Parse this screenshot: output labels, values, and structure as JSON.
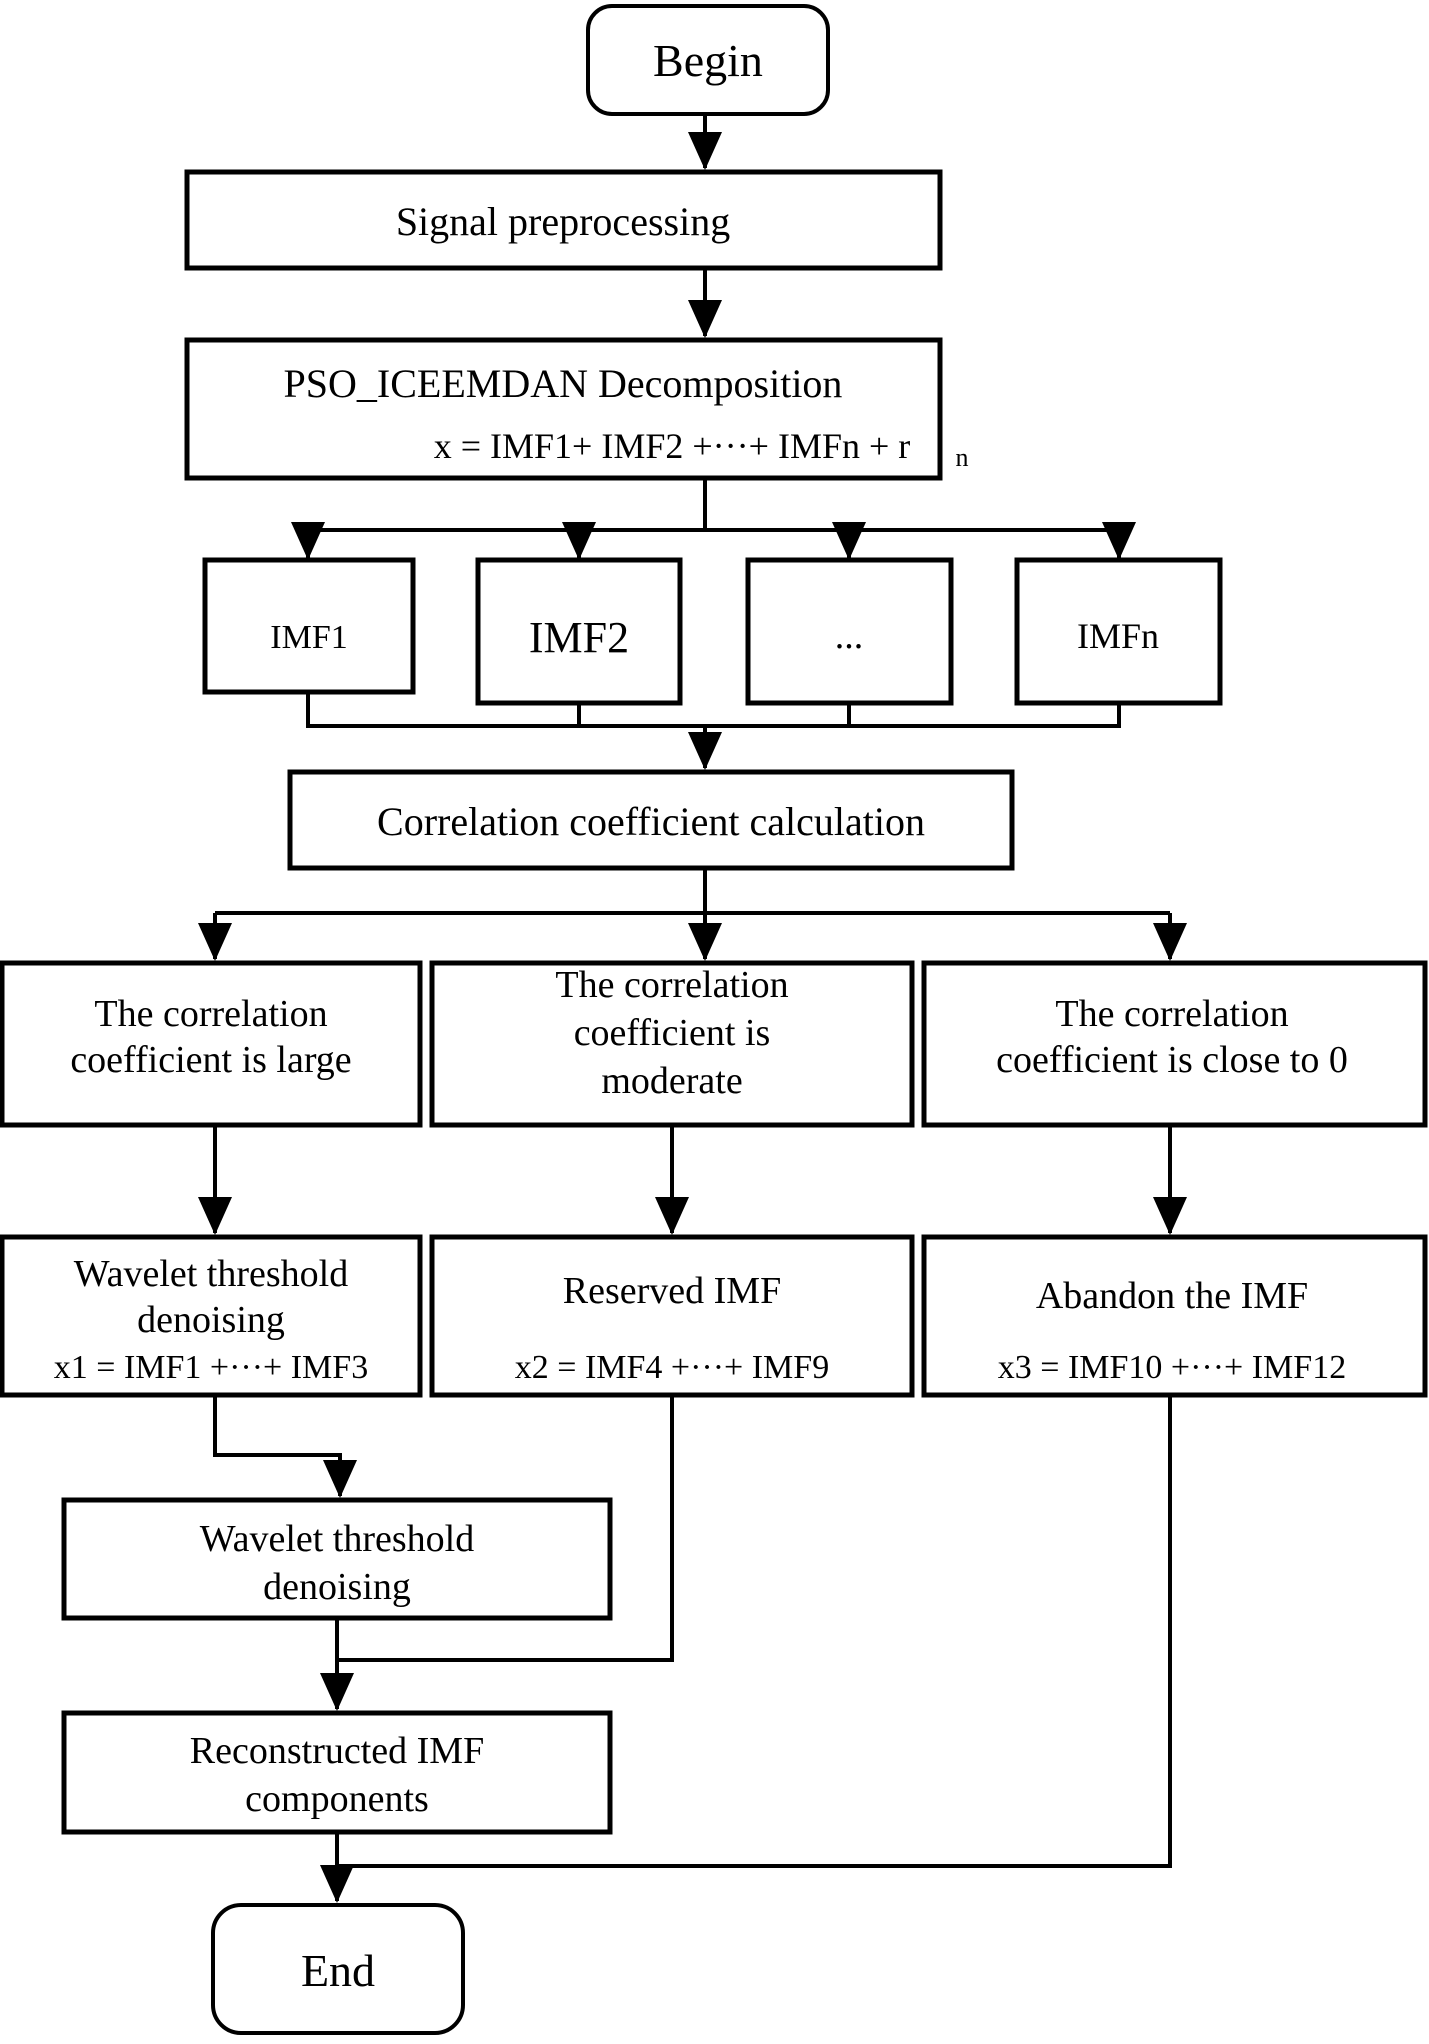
{
  "diagram": {
    "background": "#ffffff",
    "line_color": "#000000",
    "nodes": {
      "begin": {
        "label": "Begin"
      },
      "signal": {
        "label": "Signal preprocessing"
      },
      "pso": {
        "title": "PSO_ICEEMDAN Decomposition",
        "formula": "x = IMF1+ IMF2 +···+ IMFn + r",
        "formula_subscript": "n"
      },
      "imf1": {
        "label": "IMF1"
      },
      "imf2": {
        "label": "IMF2"
      },
      "imf_ellipsis": {
        "label": "..."
      },
      "imfn": {
        "label": "IMFn"
      },
      "correlation_calc": {
        "label": "Correlation coefficient calculation"
      },
      "corr_large": {
        "line1": "The correlation",
        "line2": "coefficient is large"
      },
      "corr_moderate": {
        "line1": "The correlation",
        "line2": "coefficient is",
        "line3": "moderate"
      },
      "corr_close_zero": {
        "line1": "The correlation",
        "line2": "coefficient is close to 0"
      },
      "wavelet_denoise_1": {
        "line1": "Wavelet threshold",
        "line2": "denoising",
        "formula": "x1 = IMF1 +···+ IMF3"
      },
      "reserved_imf": {
        "title": "Reserved IMF",
        "formula": "x2 = IMF4 +···+ IMF9"
      },
      "abandon_imf": {
        "title": "Abandon the IMF",
        "formula": "x3 = IMF10 +···+ IMF12"
      },
      "wavelet_denoise_2": {
        "line1": "Wavelet threshold",
        "line2": "denoising"
      },
      "reconstructed": {
        "line1": "Reconstructed IMF",
        "line2": "components"
      },
      "end": {
        "label": "End"
      }
    }
  }
}
